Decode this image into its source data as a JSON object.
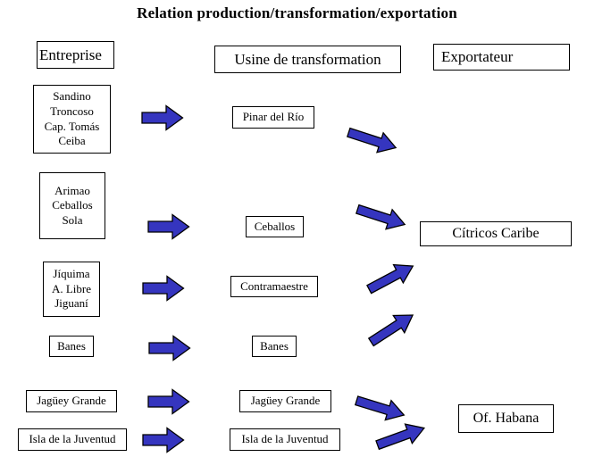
{
  "title": "Relation production/transformation/exportation",
  "headers": {
    "entreprise": "Entreprise",
    "usine": "Usine de transformation",
    "exportateur": "Exportateur"
  },
  "producers": [
    {
      "label": "Sandino\nTroncoso\nCap. Tomás\nCeiba"
    },
    {
      "label": "Arimao\nCeballos\nSola"
    },
    {
      "label": "Jíquima\nA. Libre\nJiguaní"
    },
    {
      "label": "Banes"
    },
    {
      "label": "Jagüey Grande"
    },
    {
      "label": "Isla de la Juventud"
    }
  ],
  "usines": [
    {
      "label": "Pinar del Río"
    },
    {
      "label": "Ceballos"
    },
    {
      "label": "Contramaestre"
    },
    {
      "label": "Banes"
    },
    {
      "label": "Jagüey Grande"
    },
    {
      "label": "Isla de la Juventud"
    }
  ],
  "exportateurs": [
    {
      "label": "Cítricos Caribe"
    },
    {
      "label": "Of. Habana"
    }
  ],
  "colors": {
    "arrow_fill": "#3535bf",
    "arrow_outline": "#000000",
    "background": "#ffffff",
    "box_border": "#000000",
    "text": "#000000"
  }
}
